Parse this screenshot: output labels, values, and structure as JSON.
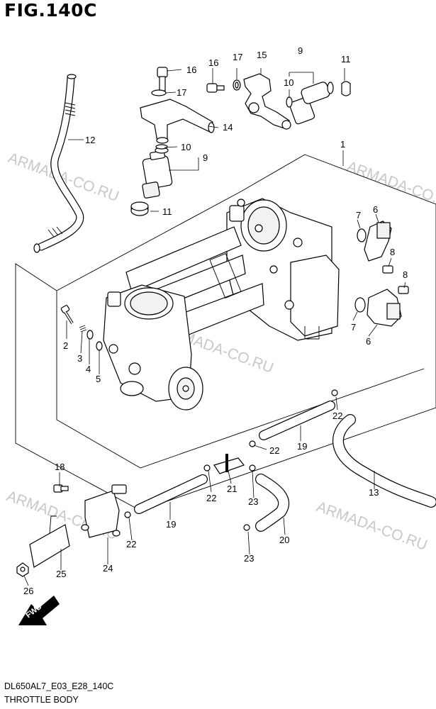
{
  "figure_title": "FIG.140C",
  "diagram_code": "DL650AL7_E03_E28_140C",
  "caption": "THROTTLE BODY",
  "watermark": "ARMADA-CO.RU",
  "fwd_label": "FWD",
  "callouts": [
    "1",
    "2",
    "3",
    "4",
    "5",
    "6",
    "6",
    "7",
    "7",
    "8",
    "8",
    "9",
    "9",
    "10",
    "10",
    "11",
    "11",
    "12",
    "13",
    "14",
    "15",
    "16",
    "17",
    "17",
    "18",
    "19",
    "19",
    "20",
    "21",
    "22",
    "22",
    "22",
    "22",
    "23",
    "23",
    "24",
    "25",
    "26"
  ]
}
